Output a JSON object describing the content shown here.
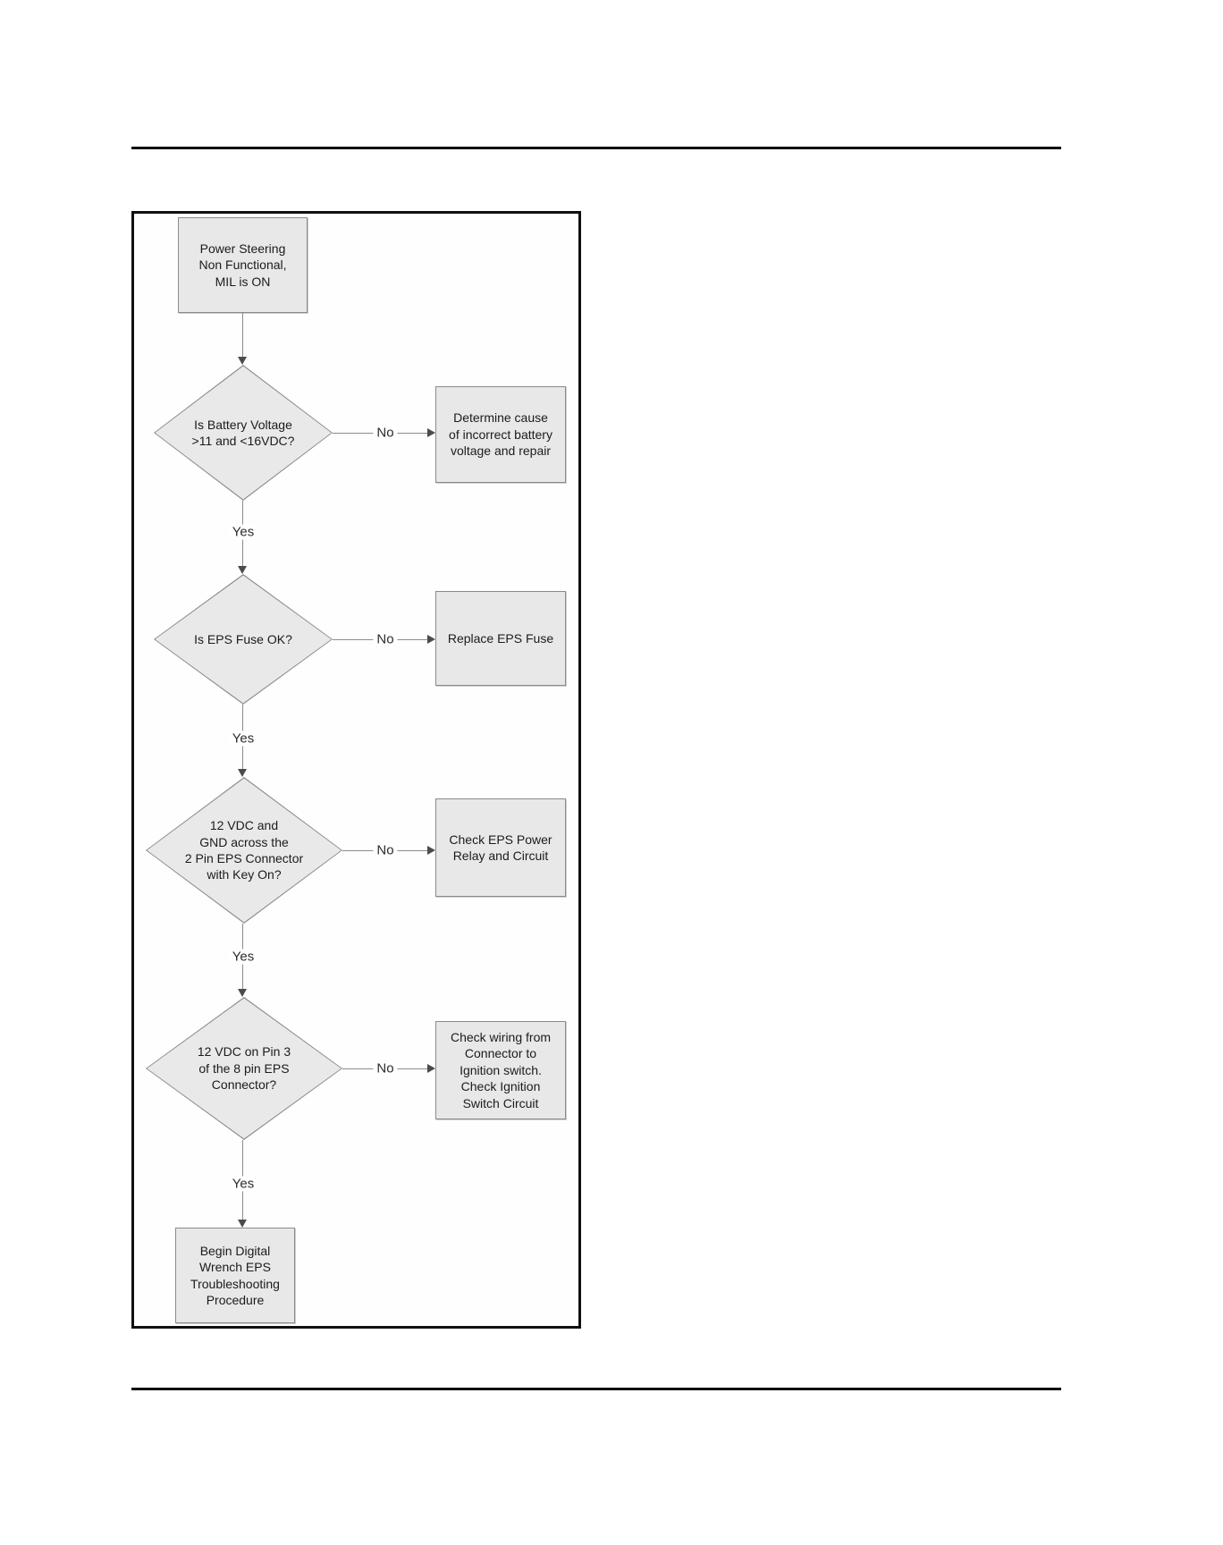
{
  "page": {
    "kind": "service-manual flowchart page",
    "colors": {
      "rule": "#0f0f0f",
      "frame_border": "#101010",
      "node_fill": "#e8e8e8",
      "node_border": "#8a8a8a",
      "connector": "#8c8c8c",
      "arrowhead": "#4b4b4b",
      "text": "#1b1b1b"
    }
  },
  "flowchart": {
    "start": {
      "text": "Power Steering\nNon Functional,\nMIL is ON"
    },
    "decisions": [
      {
        "question": "Is Battery Voltage\n>11 and <16VDC?",
        "yes_label": "Yes",
        "no_label": "No",
        "no_action": "Determine cause\nof incorrect battery\nvoltage and repair"
      },
      {
        "question": "Is EPS Fuse OK?",
        "yes_label": "Yes",
        "no_label": "No",
        "no_action": "Replace EPS Fuse"
      },
      {
        "question": "12 VDC and\nGND across the\n2 Pin EPS Connector\nwith Key On?",
        "yes_label": "Yes",
        "no_label": "No",
        "no_action": "Check EPS Power\nRelay and Circuit"
      },
      {
        "question": "12 VDC on Pin 3\nof the 8 pin EPS\nConnector?",
        "yes_label": "Yes",
        "no_label": "No",
        "no_action": "Check wiring from\nConnector to\nIgnition switch.\nCheck Ignition\nSwitch Circuit"
      }
    ],
    "end": {
      "text": "Begin Digital\nWrench EPS\nTroubleshooting\nProcedure"
    }
  }
}
